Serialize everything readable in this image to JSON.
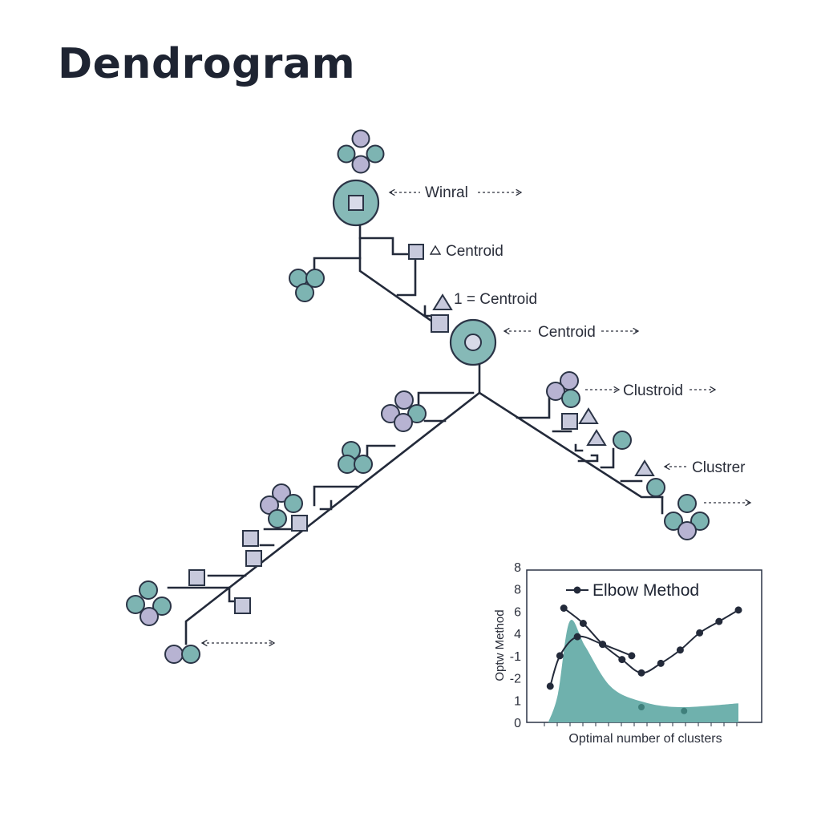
{
  "title": "Dendrogram",
  "labels": {
    "winral": "Winral",
    "centroid_triangle": "Centroid",
    "centroid_one": "1 = Centroid",
    "centroid_right": "Centroid",
    "clustroid": "Clustroid",
    "clustrer": "Clustrer"
  },
  "colors": {
    "teal": "#7db4b2",
    "lavender": "#b7b3d2",
    "line": "#232a3a",
    "area": "#6fb1ad"
  },
  "chart_data": {
    "type": "line",
    "legend": "Elbow Method",
    "xlabel": "Optimal number of clusters",
    "ylabel": "Optw Method",
    "y_tick_labels": [
      "8",
      "8",
      "6",
      "4",
      "-1",
      "-2",
      "1",
      "0"
    ],
    "series": [
      {
        "name": "Elbow Method",
        "points": [
          [
            1,
            6.0
          ],
          [
            2,
            5.2
          ],
          [
            3,
            4.1
          ],
          [
            4,
            3.3
          ],
          [
            5,
            2.6
          ],
          [
            6,
            3.1
          ],
          [
            7,
            3.8
          ],
          [
            8,
            4.7
          ],
          [
            9,
            5.3
          ],
          [
            10,
            5.9
          ]
        ]
      },
      {
        "points": [
          [
            0.3,
            1.9
          ],
          [
            0.8,
            3.5
          ],
          [
            1.7,
            4.5
          ],
          [
            3.0,
            4.1
          ],
          [
            4.5,
            3.5
          ]
        ]
      }
    ],
    "area_points": [
      [
        0.2,
        0.0
      ],
      [
        0.7,
        1.5
      ],
      [
        1.3,
        5.3
      ],
      [
        2.1,
        4.0
      ],
      [
        3.4,
        1.9
      ],
      [
        5.0,
        1.1
      ],
      [
        7.0,
        0.8
      ],
      [
        10.0,
        1.0
      ]
    ],
    "highlight_points": [
      [
        5.0,
        0.8
      ],
      [
        7.2,
        0.6
      ]
    ]
  }
}
